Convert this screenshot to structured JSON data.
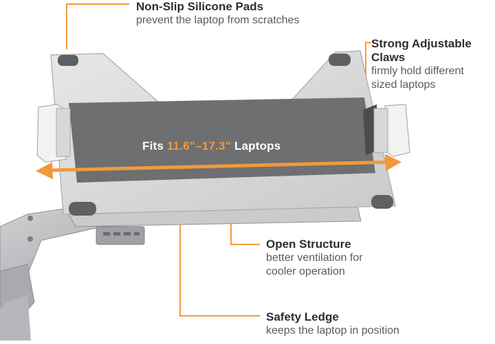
{
  "callouts": {
    "pads": {
      "title": "Non-Slip Silicone Pads",
      "desc": "prevent the laptop from scratches"
    },
    "claws": {
      "title_line1": "Strong Adjustable",
      "title_line2": "Claws",
      "desc_line1": "firmly hold different",
      "desc_line2": "sized laptops"
    },
    "structure": {
      "title": "Open Structure",
      "desc_line1": "better ventilation for",
      "desc_line2": "cooler operation"
    },
    "ledge": {
      "title": "Safety Ledge",
      "desc": "keeps the laptop in position"
    }
  },
  "fits": {
    "prefix": "Fits ",
    "range": "11.6\"–17.3\"",
    "suffix": " Laptops"
  },
  "colors": {
    "accent": "#f29a3a",
    "tray": "#d8d9db",
    "panel": "#6e6f71",
    "pad": "#5f6062",
    "arm": "#bcbec0"
  }
}
